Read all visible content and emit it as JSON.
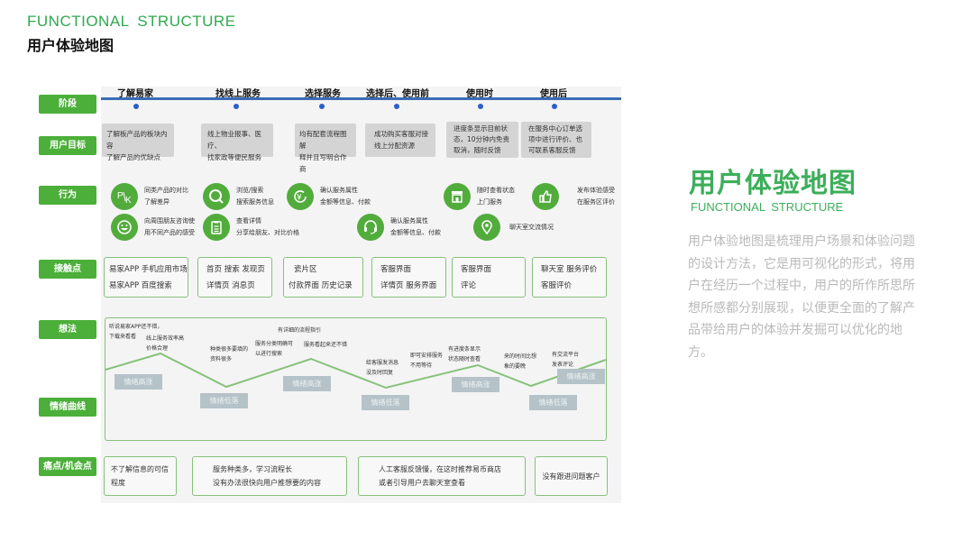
{
  "header": {
    "title_en": "FUNCTIONAL  STRUCTURE",
    "title_cn": "用户体验地图"
  },
  "row_labels": {
    "stage": "阶段",
    "goal": "用户目标",
    "behavior": "行为",
    "touchpoint": "接触点",
    "thought": "想法",
    "emotion": "情绪曲线",
    "pain": "痛点/机会点"
  },
  "stages": [
    "了解易家",
    "找线上服务",
    "选择服务",
    "选择后、使用前",
    "使用时",
    "使用后"
  ],
  "goals": [
    [
      "了解板产品的板块内容",
      "了解产品的优缺点"
    ],
    [
      "线上物业报事、医疗、",
      "找家政等便民服务"
    ],
    [
      "均有配套流程图解",
      "释并且写明合作商"
    ],
    [
      "成功购买客服对接",
      "线上分配资源"
    ],
    [
      "进度条显示目前状",
      "态，10分钟内免责",
      "取消，随时反馈"
    ],
    [
      "在服务中心订单选",
      "项中进行评价、也",
      "可联系客服反馈"
    ]
  ],
  "behaviors": [
    {
      "icon": "pk-compare-icon",
      "lines": [
        "同类产品的对比",
        "了解差异"
      ]
    },
    {
      "icon": "search-icon",
      "lines": [
        "浏览/搜索",
        "搜索服务信息"
      ]
    },
    {
      "icon": "yen-payment-icon",
      "lines": [
        "确认服务属性",
        "金额等信息、付款"
      ]
    },
    {
      "icon": "store-icon",
      "lines": [
        "随时查看状态",
        "上门服务"
      ]
    },
    {
      "icon": "thumbs-up-icon",
      "lines": [
        "发布体验感受",
        "在服务区评价"
      ]
    },
    {
      "icon": "smile-icon",
      "lines": [
        "向周围朋友咨询使",
        "用不同产品的感受"
      ]
    },
    {
      "icon": "clipboard-icon",
      "lines": [
        "查看详情",
        "分享给朋友、对比价格"
      ]
    },
    {
      "icon": "headset-icon",
      "lines": [
        "确认服务属性",
        "金额等信息、付款"
      ]
    },
    {
      "icon": "location-pin-icon",
      "lines": [
        "聊天室交流情况"
      ]
    }
  ],
  "touchpoints": [
    [
      "易家APP  手机应用市场",
      "易家APP  百度搜索"
    ],
    [
      "首页  搜索  发现页",
      "详情页  消息页"
    ],
    [
      "瓷片区",
      "付款界面  历史记录"
    ],
    [
      "客服界面",
      "详情页  服务界面"
    ],
    [
      "客服界面",
      "评论"
    ],
    [
      "聊天室  服务评价",
      "客服评价"
    ]
  ],
  "thoughts": [
    [
      "听说易家APP还不错，",
      "下载来看看"
    ],
    [
      "线上服务效率高",
      "价格合理"
    ],
    [
      "种类很多要填的",
      "资料很多"
    ],
    [
      "服务分类明确可",
      "以进行搜索"
    ],
    [
      "有详细的流程指引"
    ],
    [
      "服务看起来还不错"
    ],
    [
      "给客服发消息",
      "没及时回复"
    ],
    [
      "即可安排服务",
      "不用等待"
    ],
    [
      "有进度条显示",
      "状态随时查看"
    ],
    [
      "来的时间比想",
      "象的要晚"
    ],
    [
      "有交流平台",
      "发表评论"
    ]
  ],
  "moods": {
    "high": "情绪高涨",
    "low": "情绪低落"
  },
  "pain_points": [
    [
      "不了解信息的可信",
      "程度"
    ],
    [
      "服务种类多，学习流程长",
      "没有办法很快向用户推想要的内容"
    ],
    [
      "人工客服反馈慢，在这时推荐易币商店",
      "或者引导用户去聊天室查看"
    ],
    [
      "没有跟进问题客户"
    ]
  ],
  "side": {
    "title": "用户体验地图",
    "subtitle": "FUNCTIONAL  STRUCTURE",
    "description": "用户体验地图是梳理用户场景和体验问题的设计方法，它是用可视化的形式，将用户在经历一个过程中，用户的所作所思所想所感都分别展现，以便更全面的了解产品带给用户的体验并发掘可以优化的地方。"
  },
  "colors": {
    "accent_green": "#4caf3a",
    "title_green": "#3cae5a",
    "stage_line_blue": "#3a6db5",
    "curve_green": "#86c27a",
    "mood_tag": "#b5c3c8"
  }
}
